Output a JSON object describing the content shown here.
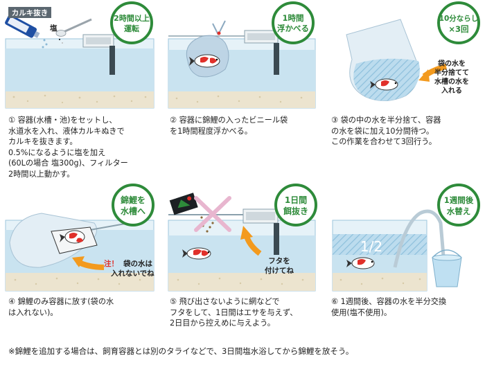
{
  "steps": [
    {
      "badge": [
        "2時間以上",
        "運転"
      ],
      "labels": {
        "bottle": "カルキ抜き",
        "spoon": "塩"
      },
      "caption": [
        "① 容器(水槽・池)をセットし、",
        "水道水を入れ、液体カルキぬきで",
        "カルキを抜きます。",
        "0.5%になるように塩を加え",
        "(60Lの場合 塩300g)、フィルター",
        "2時間以上動かす。"
      ]
    },
    {
      "badge": [
        "1時間",
        "浮かべる"
      ],
      "caption": [
        "② 容器に錦鯉の入ったビニール袋",
        "を1時間程度浮かべる。"
      ]
    },
    {
      "badge": [
        "10分ならし",
        "×3回"
      ],
      "labels": {
        "note": [
          "袋の水を",
          "半分捨てて",
          "水槽の水を",
          "入れる"
        ]
      },
      "caption": [
        "③ 袋の中の水を半分捨て、容器",
        "の水を袋に加え10分間待つ。",
        "この作業を合わせて3回行う。"
      ]
    },
    {
      "badge": [
        "錦鯉を",
        "水槽へ"
      ],
      "labels": {
        "warn_mark": "注！",
        "warn": [
          "袋の水は",
          "入れないでね"
        ]
      },
      "caption": [
        "④ 錦鯉のみ容器に放す(袋の水",
        "は入れない)。"
      ]
    },
    {
      "badge": [
        "1日間",
        "餌抜き"
      ],
      "labels": {
        "note": [
          "フタを",
          "付けてね"
        ]
      },
      "caption": [
        "⑤ 飛び出さないように網などで",
        "フタをして、1日間はエサを与えず、",
        "2日目から控えめに与えよう。"
      ]
    },
    {
      "badge": [
        "1週間後",
        "水替え"
      ],
      "labels": {
        "half": "1/2"
      },
      "caption": [
        "⑥ 1週間後、容器の水を半分交換",
        "使用(塩不使用)。"
      ]
    }
  ],
  "footer": "※錦鯉を追加する場合は、飼育容器とは別のタライなどで、3日間塩水浴してから錦鯉を放そう。",
  "colors": {
    "badge_green": "#2e8b3a",
    "water": "#c9e3f0",
    "sand": "#ece4cf",
    "arrow": "#f39a1e",
    "koi_red": "#e0302a"
  }
}
